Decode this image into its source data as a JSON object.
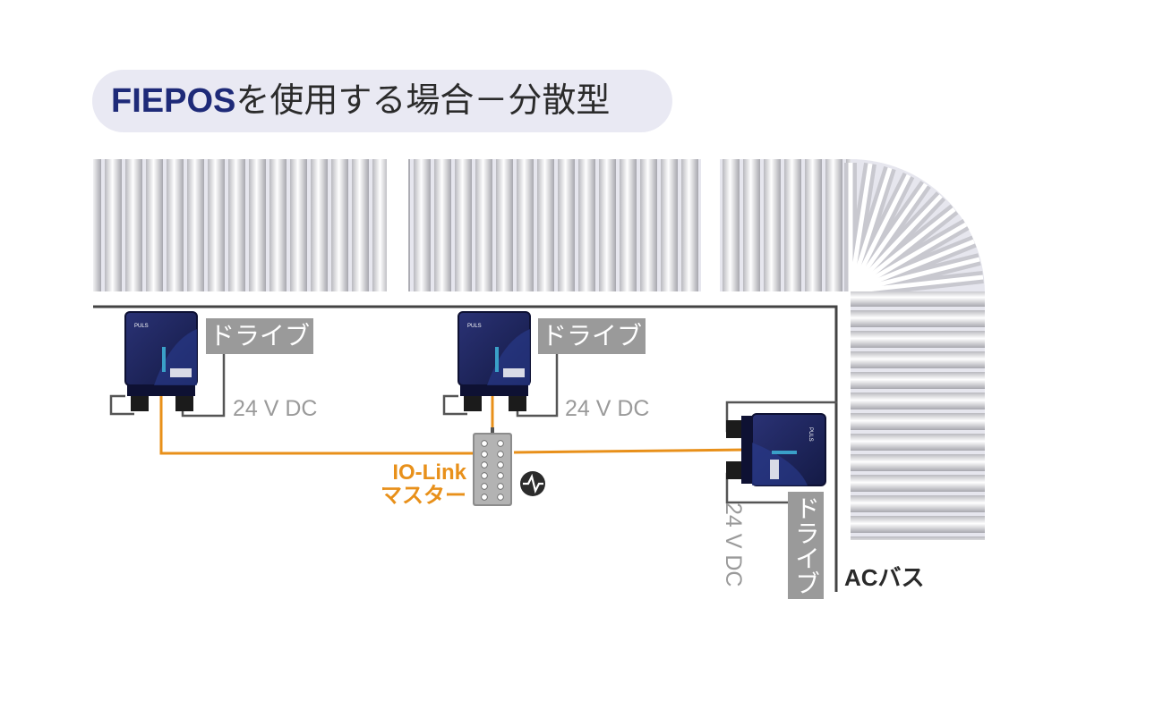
{
  "title": {
    "brand": "FIEPOS",
    "rest": "を使用する場合－分散型"
  },
  "labels": {
    "drive": "ドライブ",
    "dc": "24 V DC",
    "io_link_line1": "IO-Link",
    "io_link_line2": "マスター",
    "ac_bus": "ACバス",
    "device_brand": "PULS"
  },
  "colors": {
    "title": "#1e2a78",
    "orange": "#e8901a",
    "gray_label": "#9a9a9a",
    "device": "#1d2358",
    "bus": "#444444"
  }
}
